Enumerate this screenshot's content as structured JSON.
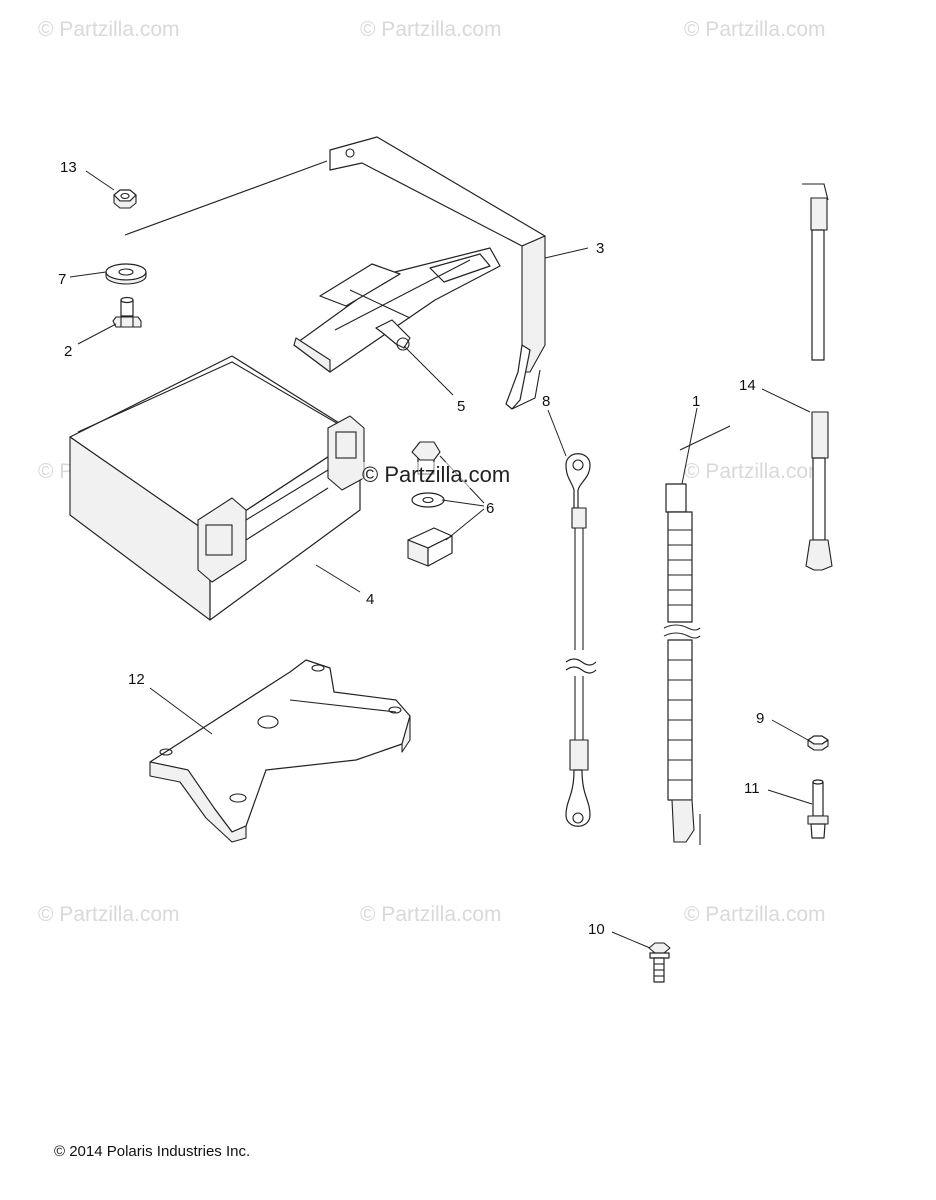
{
  "watermark_text": "© Partzilla.com",
  "center_watermark_text": "© Partzilla.com",
  "copyright": "© 2014 Polaris Industries Inc.",
  "callouts": [
    {
      "id": "c1",
      "label": "1"
    },
    {
      "id": "c2",
      "label": "2"
    },
    {
      "id": "c3",
      "label": "3"
    },
    {
      "id": "c4",
      "label": "4"
    },
    {
      "id": "c5",
      "label": "5"
    },
    {
      "id": "c6",
      "label": "6"
    },
    {
      "id": "c7",
      "label": "7"
    },
    {
      "id": "c8",
      "label": "8"
    },
    {
      "id": "c9",
      "label": "9"
    },
    {
      "id": "c10",
      "label": "10"
    },
    {
      "id": "c11",
      "label": "11"
    },
    {
      "id": "c12",
      "label": "12"
    },
    {
      "id": "c13",
      "label": "13"
    },
    {
      "id": "c14",
      "label": "14"
    }
  ]
}
